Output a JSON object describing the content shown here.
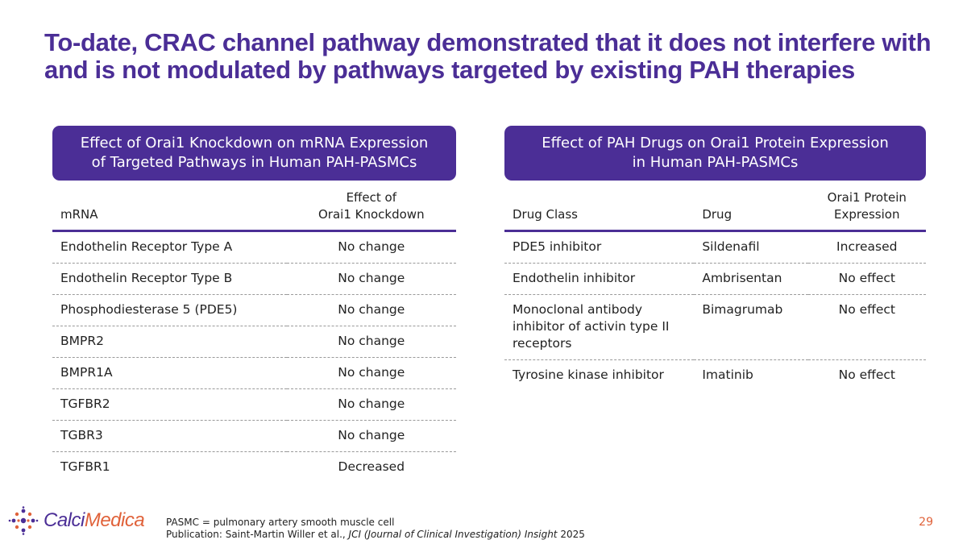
{
  "slide": {
    "title": "To-date, CRAC channel pathway demonstrated that it does not interfere with and is not modulated by pathways targeted by existing PAH therapies",
    "page_number": "29"
  },
  "left_panel": {
    "header": "Effect of Orai1 Knockdown on mRNA Expression\nof Targeted Pathways in Human PAH-PASMCs",
    "columns": [
      "mRNA",
      "Effect of\nOrai1 Knockdown"
    ],
    "rows": [
      [
        "Endothelin Receptor Type A",
        "No change"
      ],
      [
        "Endothelin Receptor Type B",
        "No change"
      ],
      [
        "Phosphodiesterase 5 (PDE5)",
        "No change"
      ],
      [
        "BMPR2",
        "No change"
      ],
      [
        "BMPR1A",
        "No change"
      ],
      [
        "TGFBR2",
        "No change"
      ],
      [
        "TGBR3",
        "No change"
      ],
      [
        "TGFBR1",
        "Decreased"
      ]
    ]
  },
  "right_panel": {
    "header": "Effect of PAH Drugs on Orai1 Protein Expression\nin Human PAH-PASMCs",
    "columns": [
      "Drug Class",
      "Drug",
      "Orai1 Protein\nExpression"
    ],
    "rows": [
      [
        "PDE5 inhibitor",
        "Sildenafil",
        "Increased"
      ],
      [
        "Endothelin inhibitor",
        "Ambrisentan",
        "No effect"
      ],
      [
        "Monoclonal antibody inhibitor of activin type II receptors",
        "Bimagrumab",
        "No effect"
      ],
      [
        "Tyrosine kinase inhibitor",
        "Imatinib",
        "No effect"
      ]
    ]
  },
  "footer": {
    "line1": "PASMC = pulmonary artery smooth muscle cell",
    "line2_prefix": "Publication: Saint-Martin Willer et al., ",
    "line2_italic": "JCI (Journal of Clinical Investigation) Insight",
    "line2_suffix": " 2025"
  },
  "logo": {
    "part1": "Calci",
    "part2": "Medica",
    "colors": {
      "primary": "#4b2e96",
      "accent": "#e0623a"
    }
  }
}
